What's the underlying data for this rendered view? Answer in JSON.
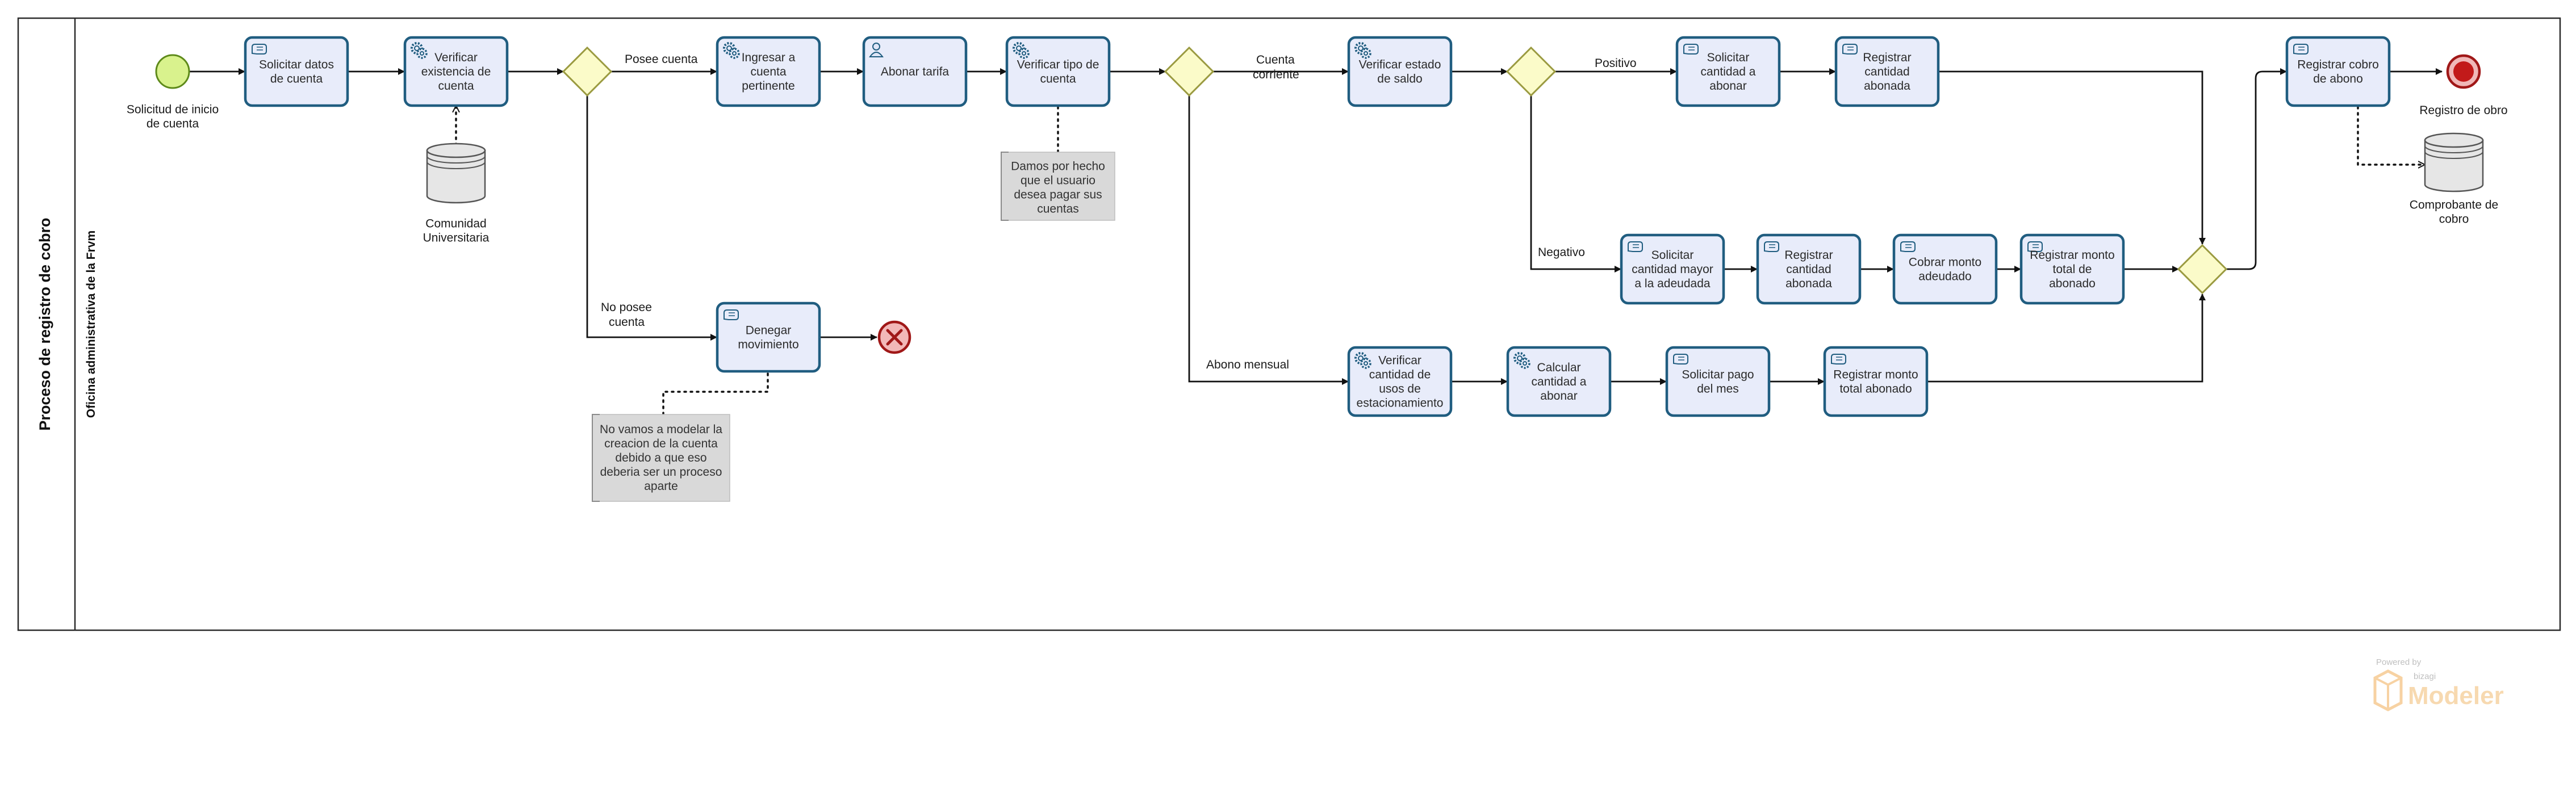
{
  "pool": {
    "title": "Proceso de registro de cobro"
  },
  "lane": {
    "title": "Oficina administrativa de la Frvm"
  },
  "events": {
    "start": {
      "label": "Solicitud de inicio de cuenta",
      "lines": [
        "Solicitud de inicio",
        "de cuenta"
      ]
    },
    "end_ok": {
      "label": "Registro de obro",
      "lines": [
        "Registro de obro"
      ]
    },
    "end_error": {
      "label": "",
      "lines": []
    }
  },
  "tasks": {
    "t1": {
      "lines": [
        "Solicitar datos",
        "de cuenta"
      ],
      "icon": "manual-task-icon"
    },
    "t2": {
      "lines": [
        "Verificar",
        "existencia de",
        "cuenta"
      ],
      "icon": "service-task-icon"
    },
    "t3": {
      "lines": [
        "Ingresar a",
        "cuenta",
        "pertinente"
      ],
      "icon": "service-task-icon"
    },
    "t4": {
      "lines": [
        "Abonar tarifa"
      ],
      "icon": "user-task-icon"
    },
    "t5": {
      "lines": [
        "Verificar tipo de",
        "cuenta"
      ],
      "icon": "service-task-icon"
    },
    "t6": {
      "lines": [
        "Verificar estado",
        "de saldo"
      ],
      "icon": "service-task-icon"
    },
    "t7": {
      "lines": [
        "Solicitar",
        "cantidad a",
        "abonar"
      ],
      "icon": "manual-task-icon"
    },
    "t8": {
      "lines": [
        "Registrar",
        "cantidad",
        "abonada"
      ],
      "icon": "manual-task-icon"
    },
    "t9": {
      "lines": [
        "Registrar cobro",
        "de abono"
      ],
      "icon": "manual-task-icon"
    },
    "t10": {
      "lines": [
        "Solicitar",
        "cantidad mayor",
        "a la adeudada"
      ],
      "icon": "manual-task-icon"
    },
    "t11": {
      "lines": [
        "Registrar",
        "cantidad",
        "abonada"
      ],
      "icon": "manual-task-icon"
    },
    "t12": {
      "lines": [
        "Cobrar monto",
        "adeudado"
      ],
      "icon": "manual-task-icon"
    },
    "t13": {
      "lines": [
        "Registrar monto",
        "total de",
        "abonado"
      ],
      "icon": "manual-task-icon"
    },
    "t14": {
      "lines": [
        "Denegar",
        "movimiento"
      ],
      "icon": "manual-task-icon"
    },
    "t15": {
      "lines": [
        "Verificar",
        "cantidad de",
        "usos de",
        "estacionamiento"
      ],
      "icon": "service-task-icon"
    },
    "t16": {
      "lines": [
        "Calcular",
        "cantidad a",
        "abonar"
      ],
      "icon": "service-task-icon"
    },
    "t17": {
      "lines": [
        "Solicitar pago",
        "del mes"
      ],
      "icon": "manual-task-icon"
    },
    "t18": {
      "lines": [
        "Registrar monto",
        "total abonado"
      ],
      "icon": "manual-task-icon"
    }
  },
  "data_stores": {
    "ds1": {
      "lines": [
        "Comunidad",
        "Universitaria"
      ]
    },
    "ds2": {
      "lines": [
        "Comprobante de",
        "cobro"
      ]
    }
  },
  "annotations": {
    "n1": {
      "lines": [
        "Damos por hecho",
        "que el usuario",
        "desea pagar sus",
        "cuentas"
      ]
    },
    "n2": {
      "lines": [
        "No vamos a modelar la",
        "creacion de la cuenta",
        "debido a que eso",
        "deberia ser un proceso",
        "aparte"
      ]
    }
  },
  "flow_labels": {
    "posee": [
      "Posee cuenta"
    ],
    "no_posee": [
      "No posee",
      "cuenta"
    ],
    "cuenta_corriente": [
      "Cuenta",
      "corriente"
    ],
    "abono_mensual": [
      "Abono mensual"
    ],
    "positivo": [
      "Positivo"
    ],
    "negativo": [
      "Negativo"
    ]
  },
  "watermark": {
    "small": "Powered by",
    "brand_small": "bizagi",
    "brand": "Modeler"
  }
}
